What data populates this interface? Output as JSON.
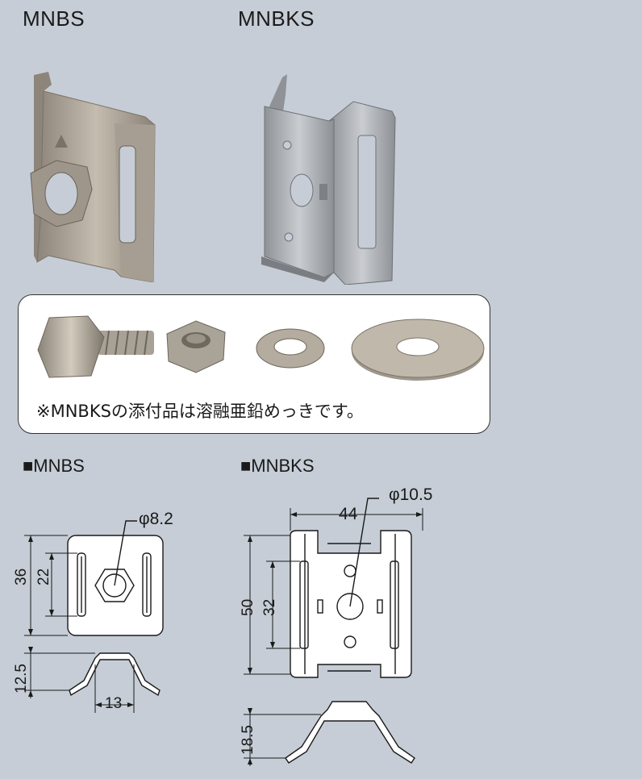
{
  "products": {
    "mnbs": {
      "label": "MNBS"
    },
    "mnbks": {
      "label": "MNBKS"
    }
  },
  "accessories": {
    "note": "※MNBKSの添付品は溶融亜鉛めっきです。",
    "items": [
      "bolt-icon",
      "hex-nut-icon",
      "spring-washer-icon",
      "flat-washer-icon"
    ]
  },
  "drawings": {
    "mnbs": {
      "title": "■MNBS",
      "hole_dim": "φ8.2",
      "height_outer": "36",
      "height_inner": "22",
      "profile_height": "12.5",
      "profile_width": "13"
    },
    "mnbks": {
      "title": "■MNBKS",
      "hole_dim": "φ10.5",
      "width": "44",
      "height_outer": "50",
      "height_inner": "32",
      "profile_height": "18.5"
    }
  },
  "colors": {
    "background": "#c6cdd6",
    "stainless": "#b0a89a",
    "galvanized": "#a9adb2",
    "line": "#1a1a1a"
  }
}
